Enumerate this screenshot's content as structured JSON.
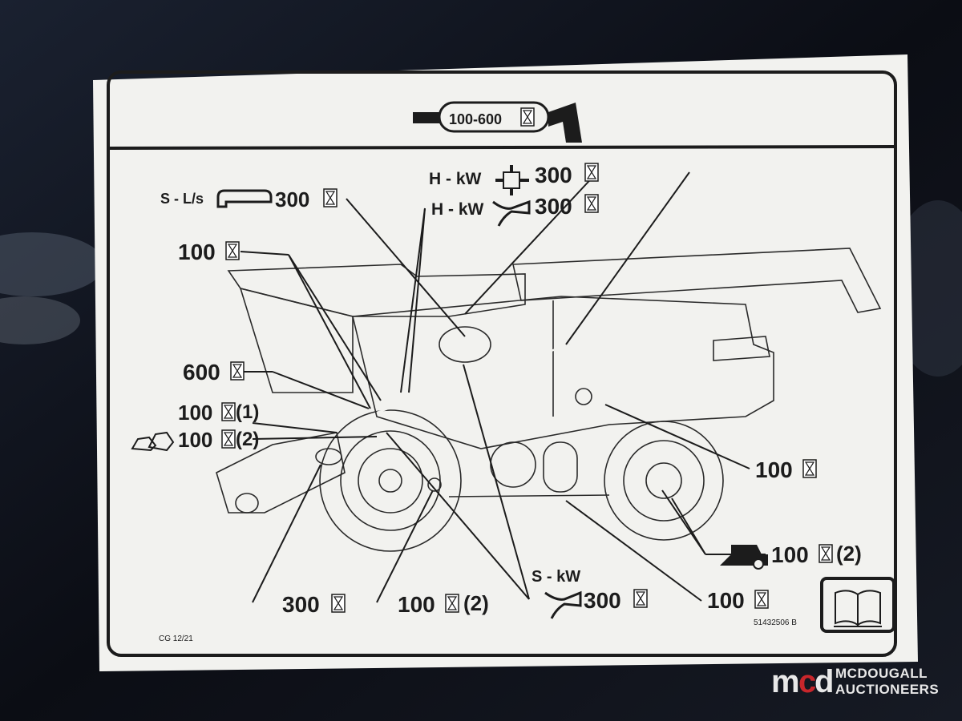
{
  "header": {
    "interval_badge": "100-600"
  },
  "labels": {
    "s_ls": "S - L/s",
    "s_ls_value": "300",
    "hkw_top": "H - kW",
    "hkw_top_value": "300",
    "hkw_second": "H - kW",
    "hkw_second_value": "300",
    "left_100": "100",
    "left_600": "600",
    "left_100_1": "100",
    "left_100_1_note": "(1)",
    "left_100_2": "100",
    "left_100_2_note": "(2)",
    "right_100": "100",
    "right_100_2": "100",
    "right_100_2_note": "(2)",
    "bottom_300": "300",
    "bottom_100_2": "100",
    "bottom_100_2_note": "(2)",
    "skw": "S - kW",
    "skw_value": "300",
    "bottom_right_100": "100"
  },
  "footer": {
    "date_code": "CG 12/21",
    "part_number": "51432506 B"
  },
  "logo": {
    "line1": "MCDOUGALL",
    "line2": "AUCTIONEERS"
  },
  "colors": {
    "decal": "#f2f2ef",
    "ink": "#1c1c1c",
    "background": "#0d0f16",
    "logo_accent": "#c8262b"
  }
}
